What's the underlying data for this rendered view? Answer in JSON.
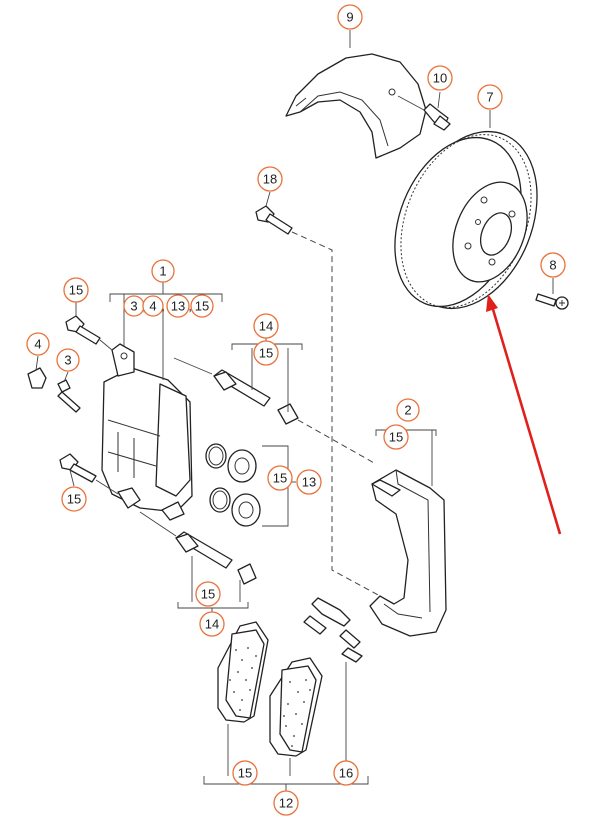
{
  "callouts": {
    "c9": "9",
    "c10": "10",
    "c7": "7",
    "c18": "18",
    "c8": "8",
    "c1": "1",
    "c1_sub": [
      "3",
      "4",
      "13",
      "15"
    ],
    "c15a": "15",
    "c4": "4",
    "c3": "3",
    "c14a": "14",
    "c15b": "15",
    "c2": "2",
    "c15c": "15",
    "c15d": "15",
    "c13": "13",
    "c15e": "15",
    "c15f": "15",
    "c14b": "14",
    "c15g": "15",
    "c16": "16",
    "c12": "12"
  },
  "colors": {
    "callout_ring": "#e8723a",
    "arrow": "#e0201b",
    "line": "#222222"
  }
}
